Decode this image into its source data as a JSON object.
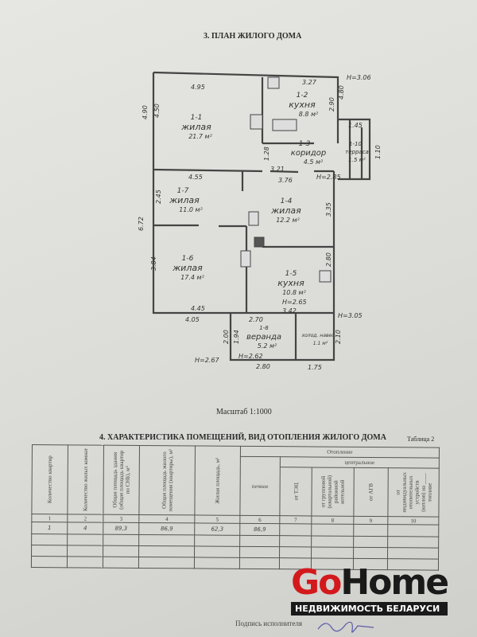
{
  "section3": {
    "title": "3. ПЛАН ЖИЛОГО ДОМА",
    "scale": "Масштаб 1:1000",
    "rooms": [
      {
        "id": "1-1",
        "name": "жилая",
        "area": "21.7 м²"
      },
      {
        "id": "1-2",
        "name": "кухня",
        "area": "8.8 м²"
      },
      {
        "id": "1-3",
        "name": "коридор",
        "area": "4.5 м²"
      },
      {
        "id": "1-10",
        "name": "терраса",
        "area": "1.5 м²"
      },
      {
        "id": "1-7",
        "name": "жилая",
        "area": "11.0 м²"
      },
      {
        "id": "1-4",
        "name": "жилая",
        "area": "12.2 м²"
      },
      {
        "id": "1-6",
        "name": "жилая",
        "area": "17.4 м²"
      },
      {
        "id": "1-5",
        "name": "кухня",
        "area": "10.8 м²"
      },
      {
        "id": "1-8",
        "name": "веранда",
        "area": "5.2 м²"
      },
      {
        "id": "canopy",
        "name": "холод. навес",
        "area": "1.1 м²"
      }
    ],
    "dimensions": [
      "4.95",
      "3.27",
      "4.90",
      "4.50",
      "2.90",
      "4.80",
      "1.45",
      "1.10",
      "3.21",
      "3.76",
      "1.28",
      "4.55",
      "2.45",
      "3.35",
      "6.72",
      "3.84",
      "2.80",
      "4.45",
      "4.05",
      "2.70",
      "3.42",
      "2.00",
      "1.94",
      "2.80",
      "1.75",
      "2.10"
    ],
    "heights": [
      "Н=3.06",
      "Н=2.85",
      "Н=2.65",
      "Н=3.05",
      "Н=2.62",
      "Н=2.67"
    ]
  },
  "section4": {
    "title": "4. ХАРАКТЕРИСТИКА ПОМЕЩЕНИЙ, ВИД ОТОПЛЕНИЯ ЖИЛОГО ДОМА",
    "table_label": "Таблица 2",
    "group_heating": "Отопление",
    "group_central": "центральное",
    "headers": [
      "Количество квартир",
      "Количество жилых комнат",
      "Общая площадь здания (общая площадь квартир по СНБ), м²",
      "Общая площадь жилого помещения (квартиры), м²",
      "Жилая площадь, м²",
      "печное",
      "от ТЭЦ",
      "от групповой (квартальной) районной котельной",
      "от АГВ",
      "от индивидуальных отопительных устройств (котлов) на ____ топливе"
    ],
    "indices": [
      "1",
      "2",
      "3",
      "4",
      "5",
      "6",
      "7",
      "8",
      "9",
      "10"
    ],
    "row": [
      "1",
      "4",
      "89,3",
      "86,9",
      "62,3",
      "86,9",
      "",
      "",
      "",
      ""
    ],
    "signature_label": "Подпись исполнителя"
  },
  "watermark": {
    "go": "Go",
    "home": "Home",
    "subtitle": "НЕДВИЖИМОСТЬ БЕЛАРУСИ"
  }
}
